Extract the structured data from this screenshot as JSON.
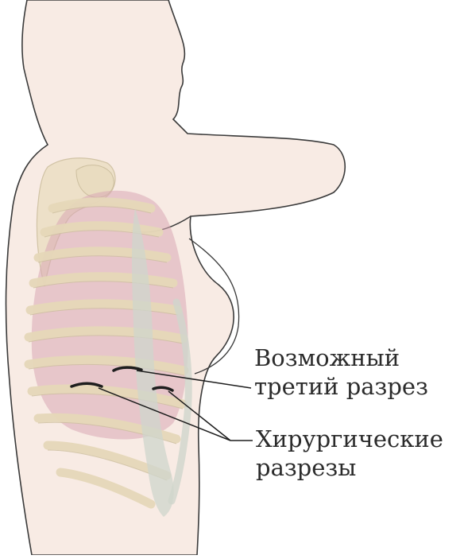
{
  "colors": {
    "skin": "#f8ebe4",
    "outline": "#3a3a3a",
    "bone": "#e9dcc0",
    "lung": "#d9a8b4",
    "cartilage": "#cfd6cc",
    "incision": "#1e1e1e"
  },
  "labels": {
    "possible_third_incision": {
      "line1": "Возможный",
      "line2": "третий разрез"
    },
    "surgical_incisions": {
      "line1": "Хирургические",
      "line2": "разрезы"
    }
  }
}
